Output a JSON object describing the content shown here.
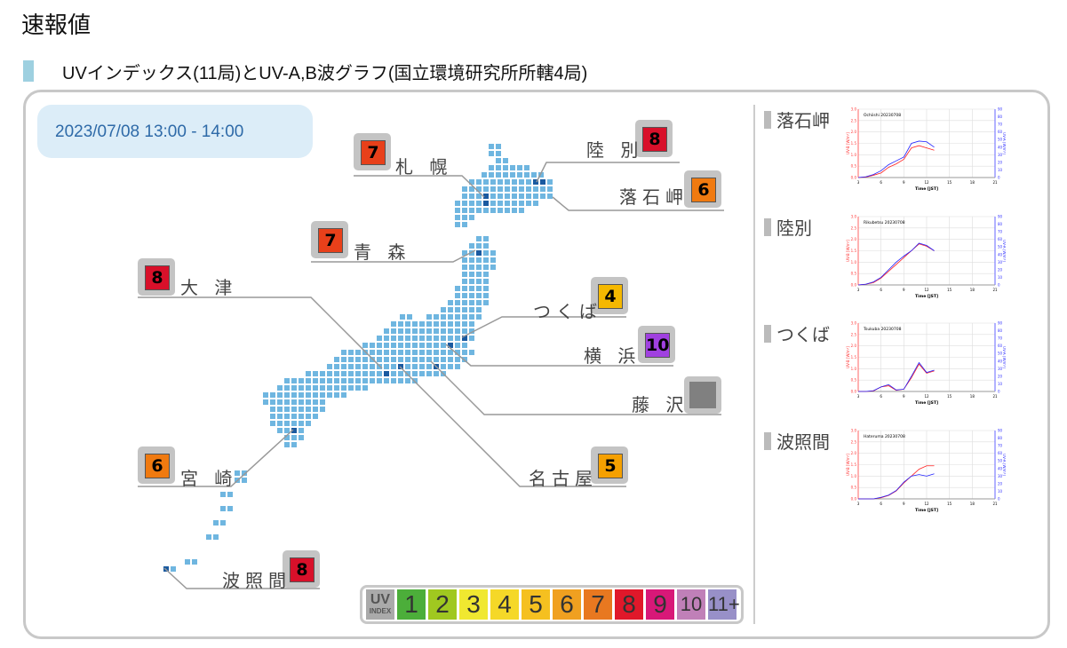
{
  "page_title": "速報値",
  "section_title": "UVインデックス(11局)とUV-A,B波グラフ(国立環境研究所所轄4局)",
  "datetime": "2023/07/08 13:00 - 14:00",
  "colors": {
    "accent_bar": "#9ed0e0",
    "date_bg": "#dcedf8",
    "date_text": "#2e6aa8",
    "map_dot": "#6fb6e0",
    "map_dot_station": "#1a5aa0"
  },
  "stations": [
    {
      "name": "札 幌",
      "uv": "7",
      "color": "#e8401a"
    },
    {
      "name": "陸 別",
      "uv": "8",
      "color": "#d8102a"
    },
    {
      "name": "落石岬",
      "uv": "6",
      "color": "#f07a10"
    },
    {
      "name": "青 森",
      "uv": "7",
      "color": "#e8401a"
    },
    {
      "name": "大 津",
      "uv": "8",
      "color": "#d8102a"
    },
    {
      "name": "つくば",
      "uv": "4",
      "color": "#f5b800"
    },
    {
      "name": "横 浜",
      "uv": "10",
      "color": "#a040e0"
    },
    {
      "name": "藤 沢",
      "uv": "",
      "color": "#808080"
    },
    {
      "name": "名古屋",
      "uv": "5",
      "color": "#f5a000"
    },
    {
      "name": "宮 崎",
      "uv": "6",
      "color": "#f07a10"
    },
    {
      "name": "波照間",
      "uv": "8",
      "color": "#d8102a"
    }
  ],
  "legend": {
    "title_top": "UV",
    "title_bottom": "INDEX",
    "levels": [
      {
        "label": "1",
        "color": "#4cae3a"
      },
      {
        "label": "2",
        "color": "#a0c820"
      },
      {
        "label": "3",
        "color": "#f0e830"
      },
      {
        "label": "4",
        "color": "#f5d828"
      },
      {
        "label": "5",
        "color": "#f5c020"
      },
      {
        "label": "6",
        "color": "#f0a020"
      },
      {
        "label": "7",
        "color": "#e87820"
      },
      {
        "label": "8",
        "color": "#e0182a"
      },
      {
        "label": "9",
        "color": "#d81878"
      },
      {
        "label": "10",
        "color": "#c080b8"
      },
      {
        "label": "11+",
        "color": "#9890c8"
      }
    ]
  },
  "chart_data": [
    {
      "type": "line",
      "label": "落石岬",
      "title": "Ochiishi 20230708",
      "xlabel": "Time [JST]",
      "ylabel": "UV-B [W/m²]",
      "y2label": "UV-A [W/m²]",
      "xlim": [
        3,
        21
      ],
      "ylim": [
        0,
        3
      ],
      "y2lim": [
        0,
        90
      ],
      "xticks": [
        3,
        6,
        9,
        12,
        15,
        18,
        21
      ],
      "yticks": [
        "0.0",
        "0.5",
        "1.0",
        "1.5",
        "2.0",
        "2.5",
        "3.0"
      ],
      "y2ticks": [
        "0",
        "10",
        "20",
        "30",
        "40",
        "50",
        "60",
        "70",
        "80",
        "90"
      ],
      "grid": true,
      "x": [
        3,
        4,
        5,
        6,
        7,
        8,
        9,
        10,
        11,
        12,
        13
      ],
      "series": [
        {
          "axis": "left",
          "color": "#ff2020",
          "values": [
            0,
            0.02,
            0.1,
            0.2,
            0.45,
            0.6,
            0.8,
            1.3,
            1.4,
            1.3,
            1.2
          ]
        },
        {
          "axis": "right",
          "color": "#2020ff",
          "values": [
            0,
            1,
            4,
            9,
            17,
            22,
            27,
            45,
            48,
            47,
            40
          ]
        }
      ]
    },
    {
      "type": "line",
      "label": "陸別",
      "title": "Rikubetsu 20230708",
      "xlabel": "Time [JST]",
      "ylabel": "UV-B [W/m²]",
      "y2label": "UV-A [W/m²]",
      "xlim": [
        3,
        21
      ],
      "ylim": [
        0,
        3
      ],
      "y2lim": [
        0,
        90
      ],
      "xticks": [
        3,
        6,
        9,
        12,
        15,
        18,
        21
      ],
      "yticks": [
        "0.0",
        "0.5",
        "1.0",
        "1.5",
        "2.0",
        "2.5",
        "3.0"
      ],
      "y2ticks": [
        "0",
        "10",
        "20",
        "30",
        "40",
        "50",
        "60",
        "70",
        "80",
        "90"
      ],
      "grid": true,
      "x": [
        3,
        4,
        5,
        6,
        7,
        8,
        9,
        10,
        11,
        12,
        13
      ],
      "series": [
        {
          "axis": "left",
          "color": "#ff2020",
          "values": [
            0,
            0.03,
            0.1,
            0.3,
            0.6,
            0.9,
            1.2,
            1.5,
            1.8,
            1.7,
            1.5
          ]
        },
        {
          "axis": "right",
          "color": "#2020ff",
          "values": [
            0,
            1,
            4,
            10,
            20,
            30,
            38,
            45,
            55,
            52,
            45
          ]
        }
      ]
    },
    {
      "type": "line",
      "label": "つくば",
      "title": "Tsukuba 20230708",
      "xlabel": "Time [JST]",
      "ylabel": "UV-B [W/m²]",
      "y2label": "UV-A [W/m²]",
      "xlim": [
        3,
        21
      ],
      "ylim": [
        0,
        3
      ],
      "y2lim": [
        0,
        90
      ],
      "xticks": [
        3,
        6,
        9,
        12,
        15,
        18,
        21
      ],
      "yticks": [
        "0.0",
        "0.5",
        "1.0",
        "1.5",
        "2.0",
        "2.5",
        "3.0"
      ],
      "y2ticks": [
        "0",
        "10",
        "20",
        "30",
        "40",
        "50",
        "60",
        "70",
        "80",
        "90"
      ],
      "grid": true,
      "x": [
        3,
        4,
        5,
        6,
        7,
        8,
        9,
        10,
        11,
        12,
        13
      ],
      "series": [
        {
          "axis": "left",
          "color": "#ff2020",
          "values": [
            0,
            0,
            0.02,
            0.2,
            0.25,
            0.05,
            0.1,
            0.6,
            1.2,
            0.8,
            0.9
          ]
        },
        {
          "axis": "right",
          "color": "#2020ff",
          "values": [
            0,
            0,
            1,
            6,
            9,
            2,
            3,
            20,
            38,
            25,
            28
          ]
        }
      ]
    },
    {
      "type": "line",
      "label": "波照間",
      "title": "Hateruma 20230708",
      "xlabel": "Time [JST]",
      "ylabel": "UV-B [W/m²]",
      "y2label": "UV-A [W/m²]",
      "xlim": [
        3,
        21
      ],
      "ylim": [
        0,
        3
      ],
      "y2lim": [
        0,
        90
      ],
      "xticks": [
        3,
        6,
        9,
        12,
        15,
        18,
        21
      ],
      "yticks": [
        "0.0",
        "0.5",
        "1.0",
        "1.5",
        "2.0",
        "2.5",
        "3.0"
      ],
      "y2ticks": [
        "0",
        "10",
        "20",
        "30",
        "40",
        "50",
        "60",
        "70",
        "80",
        "90"
      ],
      "grid": true,
      "x": [
        3,
        4,
        5,
        6,
        7,
        8,
        9,
        10,
        11,
        12,
        13
      ],
      "series": [
        {
          "axis": "left",
          "color": "#ff2020",
          "values": [
            0,
            0,
            0,
            0.05,
            0.15,
            0.35,
            0.7,
            1.0,
            1.3,
            1.45,
            1.45
          ]
        },
        {
          "axis": "right",
          "color": "#2020ff",
          "values": [
            0,
            0,
            0,
            2,
            5,
            11,
            22,
            30,
            32,
            30,
            33
          ]
        }
      ]
    }
  ]
}
